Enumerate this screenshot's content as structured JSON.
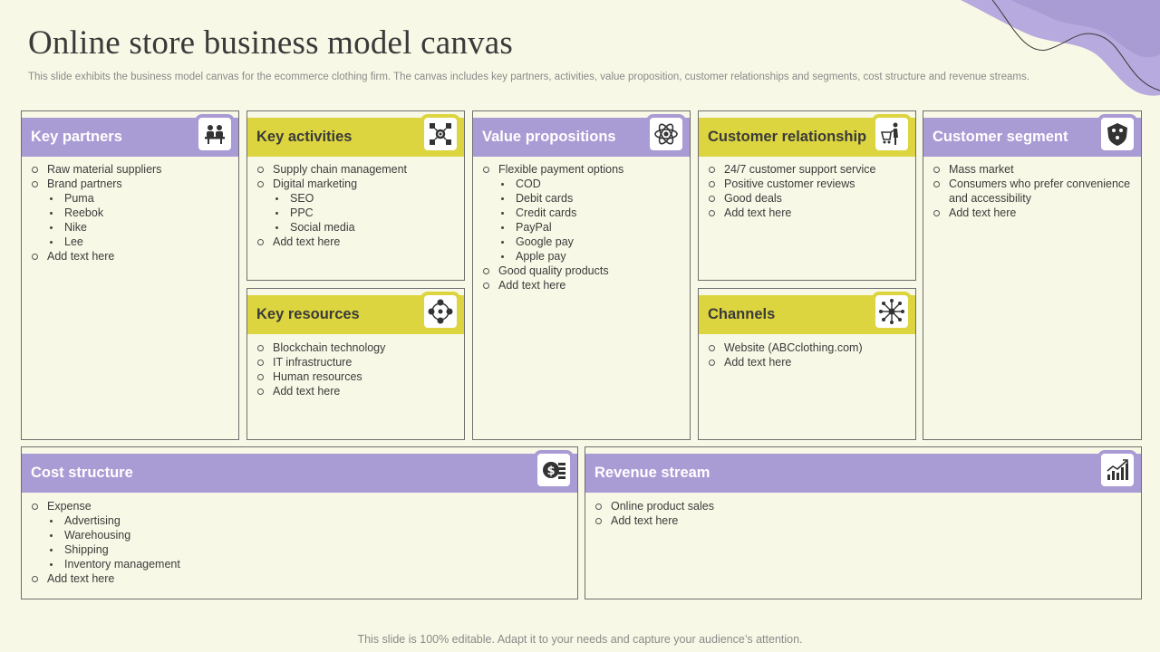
{
  "title": "Online store business model canvas",
  "subtitle": "This slide exhibits the business model canvas for the ecommerce clothing firm. The canvas includes key partners, activities, value proposition, customer relationships and segments, cost structure and revenue streams.",
  "footer": "This slide is 100% editable. Adapt it to your needs and capture your audience’s attention.",
  "colors": {
    "purple": "#a99bd4",
    "yellow": "#dcd540",
    "background": "#f8f8e6",
    "border": "#6f6f6f"
  },
  "cards": {
    "key_partners": {
      "title": "Key partners",
      "icon": "meeting-people-icon",
      "items": [
        {
          "level": 1,
          "text": "Raw material suppliers"
        },
        {
          "level": 1,
          "text": "Brand partners"
        },
        {
          "level": 2,
          "text": "Puma"
        },
        {
          "level": 2,
          "text": "Reebok"
        },
        {
          "level": 2,
          "text": "Nike"
        },
        {
          "level": 2,
          "text": "Lee"
        },
        {
          "level": 1,
          "text": "Add text here"
        }
      ]
    },
    "key_activities": {
      "title": "Key activities",
      "icon": "gear-network-icon",
      "items": [
        {
          "level": 1,
          "text": "Supply chain management"
        },
        {
          "level": 1,
          "text": "Digital marketing"
        },
        {
          "level": 2,
          "text": "SEO"
        },
        {
          "level": 2,
          "text": "PPC"
        },
        {
          "level": 2,
          "text": "Social media"
        },
        {
          "level": 1,
          "text": " Add text here"
        }
      ]
    },
    "key_resources": {
      "title": "Key resources",
      "icon": "resources-cycle-icon",
      "items": [
        {
          "level": 1,
          "text": "Blockchain technology"
        },
        {
          "level": 1,
          "text": "IT infrastructure"
        },
        {
          "level": 1,
          "text": "Human resources"
        },
        {
          "level": 1,
          "text": "Add text here"
        }
      ]
    },
    "value_propositions": {
      "title": "Value propositions",
      "icon": "atom-icon",
      "items": [
        {
          "level": 1,
          "text": "Flexible payment options"
        },
        {
          "level": 2,
          "text": "COD"
        },
        {
          "level": 2,
          "text": "Debit cards"
        },
        {
          "level": 2,
          "text": "Credit cards"
        },
        {
          "level": 2,
          "text": "PayPal"
        },
        {
          "level": 2,
          "text": "Google pay"
        },
        {
          "level": 2,
          "text": "Apple pay"
        },
        {
          "level": 1,
          "text": "Good quality products"
        },
        {
          "level": 1,
          "text": "Add text here"
        }
      ]
    },
    "customer_relationship": {
      "title": "Customer relationship",
      "icon": "shopper-cart-icon",
      "items": [
        {
          "level": 1,
          "text": "24/7 customer support service"
        },
        {
          "level": 1,
          "text": "Positive customer reviews"
        },
        {
          "level": 1,
          "text": "Good deals"
        },
        {
          "level": 1,
          "text": "Add text here"
        }
      ]
    },
    "channels": {
      "title": "Channels",
      "icon": "hub-network-icon",
      "items": [
        {
          "level": 1,
          "text": "Website (ABCclothing.com)"
        },
        {
          "level": 1,
          "text": "Add text here"
        }
      ]
    },
    "customer_segment": {
      "title": "Customer segment",
      "icon": "segment-shield-icon",
      "items": [
        {
          "level": 1,
          "text": "Mass market"
        },
        {
          "level": 1,
          "text": "Consumers who prefer convenience  and accessibility"
        },
        {
          "level": 1,
          "text": "Add text here"
        }
      ]
    },
    "cost_structure": {
      "title": "Cost structure",
      "icon": "dollar-coins-icon",
      "items": [
        {
          "level": 1,
          "text": "Expense"
        },
        {
          "level": 2,
          "text": "Advertising"
        },
        {
          "level": 2,
          "text": "Warehousing"
        },
        {
          "level": 2,
          "text": "Shipping"
        },
        {
          "level": 2,
          "text": "Inventory  management"
        },
        {
          "level": 1,
          "text": "Add text here"
        }
      ]
    },
    "revenue_stream": {
      "title": "Revenue stream",
      "icon": "growth-chart-icon",
      "items": [
        {
          "level": 1,
          "text": "Online product sales"
        },
        {
          "level": 1,
          "text": "Add text here"
        }
      ]
    }
  }
}
